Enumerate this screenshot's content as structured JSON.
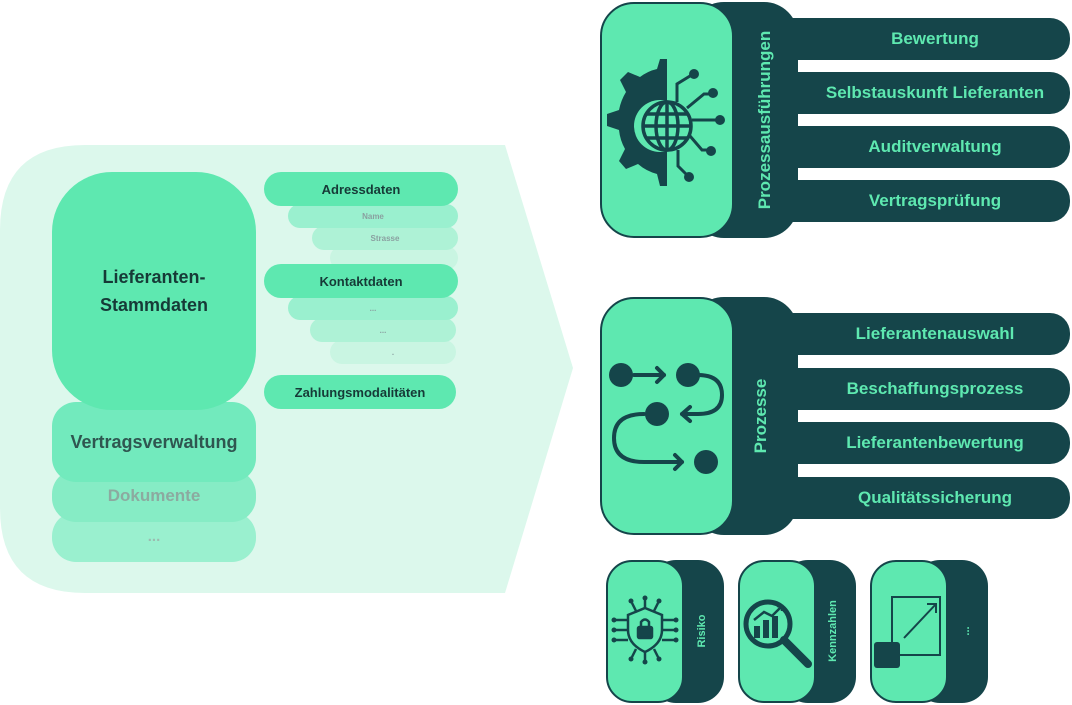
{
  "colors": {
    "dark_teal": "#15454a",
    "mint": "#5ee8b0",
    "pale_mint": "#dcf8ec",
    "text_dark": "#163a37"
  },
  "left": {
    "main_card": "Lieferanten-\nStammdaten",
    "main_card_line1": "Lieferanten-",
    "main_card_line2": "Stammdaten",
    "vertrag": "Vertragsverwaltung",
    "dokumente": "Dokumente",
    "more": "...",
    "groups": [
      {
        "title": "Adressdaten",
        "rows": [
          "Name",
          "Strasse",
          ""
        ]
      },
      {
        "title": "Kontaktdaten",
        "rows": [
          "...",
          "...",
          "."
        ]
      },
      {
        "title": "Zahlungsmodalitäten",
        "rows": []
      }
    ]
  },
  "prozessausfuehrungen": {
    "title": "Prozessausführungen",
    "icon": "gear-globe-circuit-icon",
    "items": [
      "Bewertung",
      "Selbstauskunft Lieferanten",
      "Auditverwaltung",
      "Vertragsprüfung"
    ]
  },
  "prozesse": {
    "title": "Prozesse",
    "icon": "process-flow-icon",
    "items": [
      "Lieferantenauswahl",
      "Beschaffungsprozess",
      "Lieferantenbewertung",
      "Qualitätssicherung"
    ]
  },
  "small_cards": [
    {
      "label": "Risiko",
      "icon": "shield-lock-icon"
    },
    {
      "label": "Kennzahlen",
      "icon": "magnifier-chart-icon"
    },
    {
      "label": "...",
      "icon": "expand-arrow-icon"
    }
  ]
}
